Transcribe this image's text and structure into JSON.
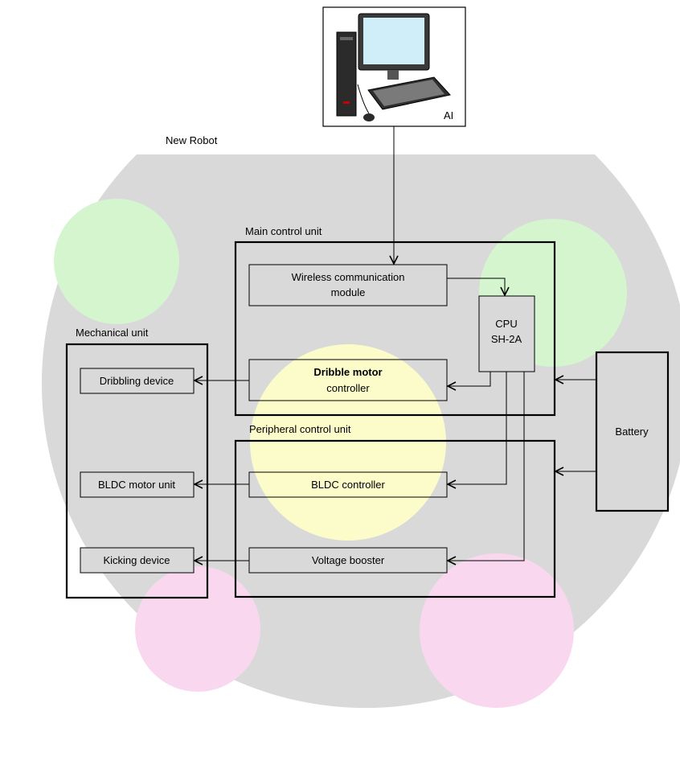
{
  "ai": {
    "label": "AI"
  },
  "robot": {
    "label": "New Robot"
  },
  "main_unit": {
    "label": "Main control unit",
    "wireless_line1": "Wireless communication",
    "wireless_line2": "module",
    "cpu_line1": "CPU",
    "cpu_line2": "SH-2A",
    "dribble_line1": "Dribble motor",
    "dribble_line2": "controller"
  },
  "peripheral_unit": {
    "label": "Peripheral control unit",
    "bldc_controller": "BLDC controller",
    "voltage_booster": "Voltage booster"
  },
  "mechanical_unit": {
    "label": "Mechanical unit",
    "dribbling_device": "Dribbling device",
    "bldc_motor_unit": "BLDC motor unit",
    "kicking_device": "Kicking device"
  },
  "battery": {
    "label": "Battery"
  },
  "colors": {
    "robot_body": "#d9d9d9",
    "green_wheel": "#d5f5cf",
    "yellow_wheel": "#fcfcca",
    "pink_wheel": "#f9d8ef"
  }
}
